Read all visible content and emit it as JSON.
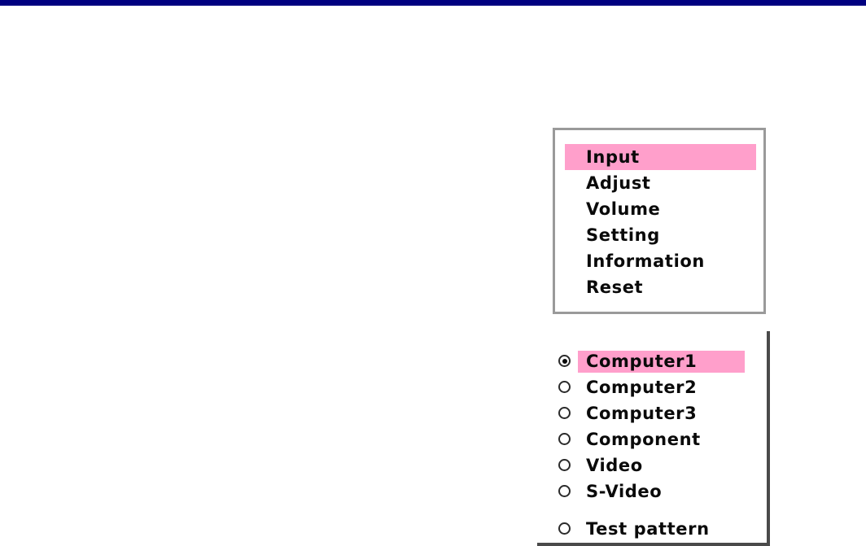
{
  "screen": {
    "background_color": "#ffffff",
    "top_bar_color": "#000080",
    "highlight_color": "#ff9fcb",
    "text_color": "#0a0a0a"
  },
  "main_menu": {
    "panel_name": "main-menu",
    "border_color": "#9a9a9a",
    "selected_index": 0,
    "items": [
      {
        "label": "Input"
      },
      {
        "label": "Adjust"
      },
      {
        "label": "Volume"
      },
      {
        "label": "Setting"
      },
      {
        "label": "Information"
      },
      {
        "label": "Reset"
      }
    ]
  },
  "source_menu": {
    "panel_name": "source-select",
    "border_color": "#4a4a4a",
    "selected_index": 0,
    "items": [
      {
        "label": "Computer1",
        "checked": true,
        "spaced": false,
        "icon": "radio-selected-icon"
      },
      {
        "label": "Computer2",
        "checked": false,
        "spaced": false,
        "icon": "radio-icon"
      },
      {
        "label": "Computer3",
        "checked": false,
        "spaced": false,
        "icon": "radio-icon"
      },
      {
        "label": "Component",
        "checked": false,
        "spaced": false,
        "icon": "radio-icon"
      },
      {
        "label": "Video",
        "checked": false,
        "spaced": false,
        "icon": "radio-icon"
      },
      {
        "label": "S-Video",
        "checked": false,
        "spaced": false,
        "icon": "radio-icon"
      },
      {
        "label": "Test pattern",
        "checked": false,
        "spaced": true,
        "icon": "radio-icon"
      }
    ]
  }
}
